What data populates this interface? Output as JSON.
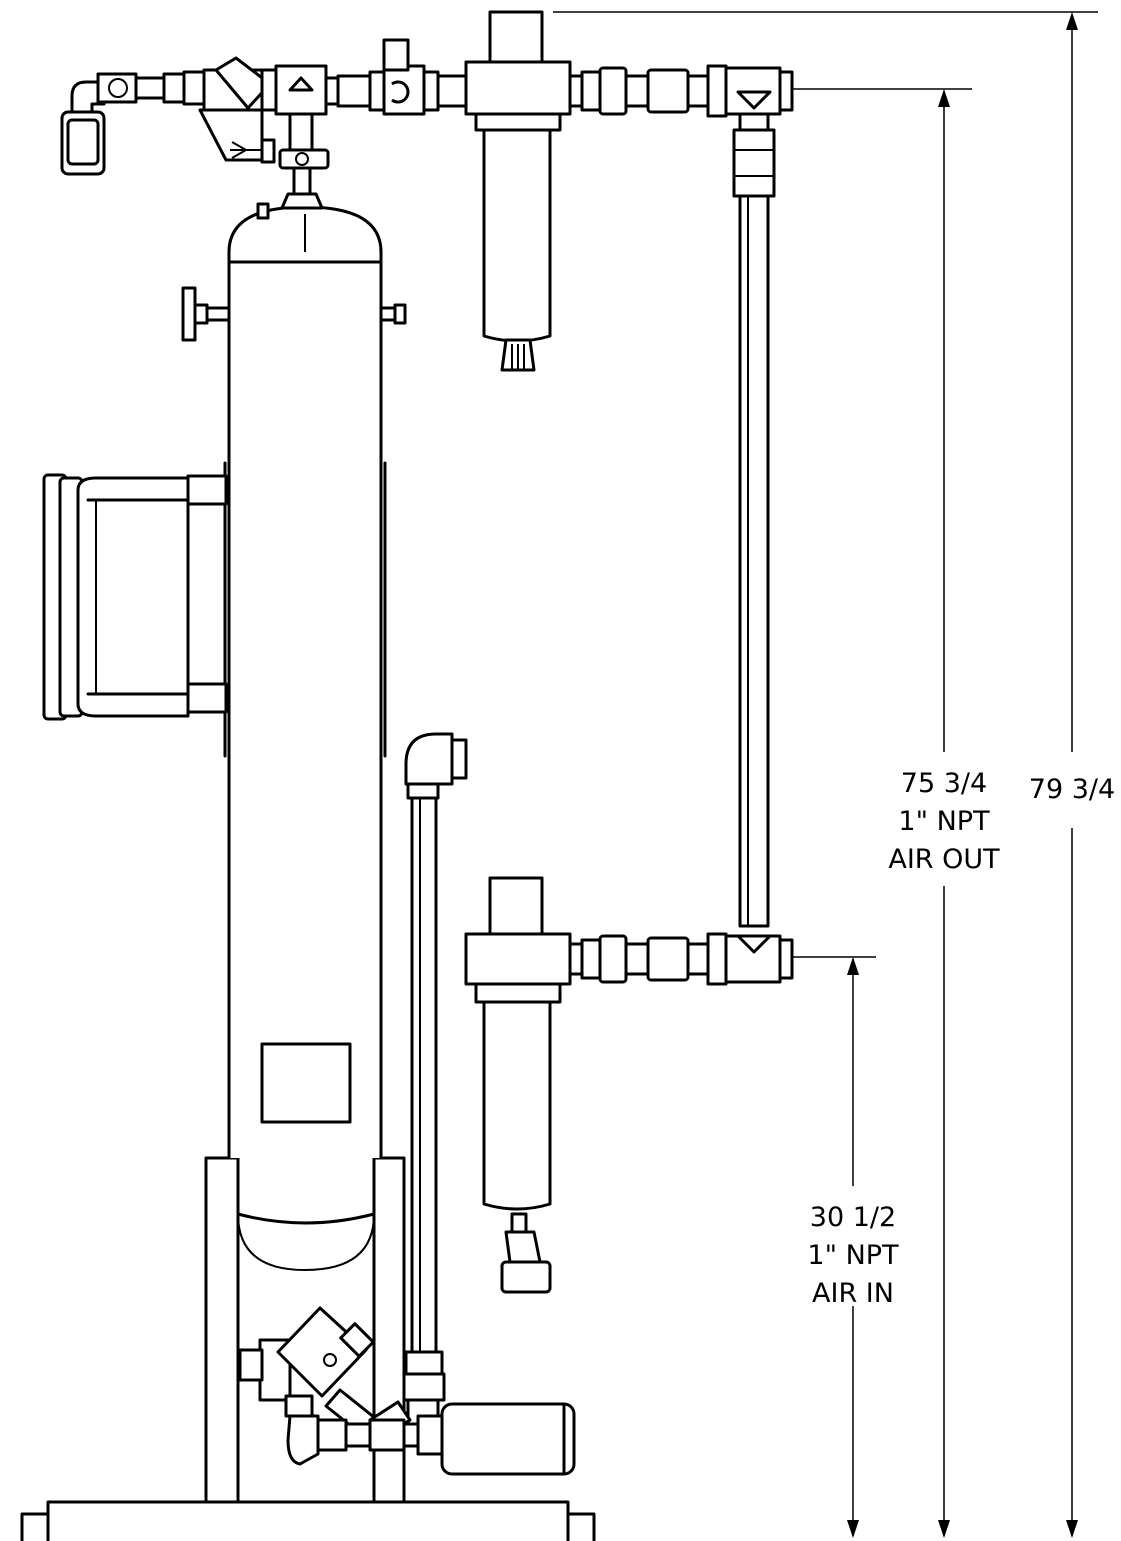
{
  "dimensions": {
    "overall_height": {
      "value": "79 3/4"
    },
    "air_out": {
      "value": "75 3/4",
      "size": "1\" NPT",
      "label": "AIR OUT"
    },
    "air_in": {
      "value": "30 1/2",
      "size": "1\" NPT",
      "label": "AIR IN"
    }
  }
}
